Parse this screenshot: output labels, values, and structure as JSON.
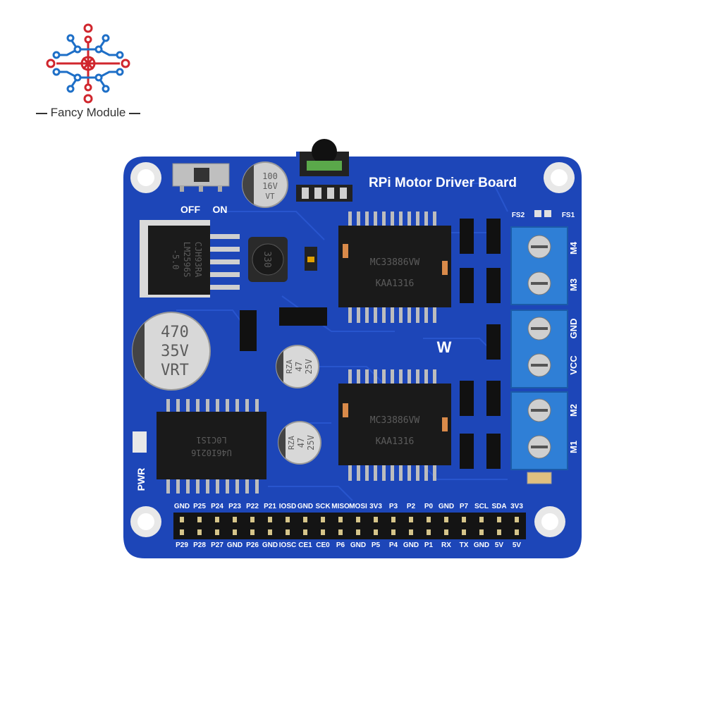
{
  "brand": {
    "name": "Fancy Module",
    "colors": {
      "red": "#d0262d",
      "blue": "#1e6fc7",
      "text": "#333333"
    }
  },
  "board": {
    "title": "RPi Motor Driver Board",
    "colors": {
      "pcb": "#1d46b8",
      "pcb_dark": "#16369a",
      "terminal": "#2f7fd6",
      "chip": "#1a1a1a"
    },
    "switch": {
      "off": "OFF",
      "on": "ON"
    },
    "capacitors": {
      "top": [
        "100",
        "16V",
        "VT"
      ],
      "big": [
        "470",
        "35V",
        "VRT"
      ],
      "mid": [
        "47",
        "25V",
        "RZA"
      ],
      "low": [
        "47",
        "25V",
        "RZA"
      ]
    },
    "regulator": [
      "CJH93RA",
      "LM2596S",
      "-5.0"
    ],
    "inductor": "330",
    "driver_chips": [
      {
        "part": "MC33886VW",
        "lot": "KAA1316"
      },
      {
        "part": "MC33886VW",
        "lot": "KAA1316"
      }
    ],
    "logic_chip": [
      "U46I0216",
      "L0C1S1"
    ],
    "fuse_labels": [
      "FS2",
      "FS1"
    ],
    "terminals": [
      {
        "labels": [
          "M4",
          "M3"
        ]
      },
      {
        "labels": [
          "GND",
          "VCC"
        ]
      },
      {
        "labels": [
          "M2",
          "M1"
        ]
      }
    ],
    "pwr_label": "PWR",
    "header_top": [
      "GND",
      "P25",
      "P24",
      "P23",
      "P22",
      "P21",
      "IOSD",
      "GND",
      "SCK",
      "MISO",
      "MOSI",
      "3V3",
      "P3",
      "P2",
      "P0",
      "GND",
      "P7",
      "SCL",
      "SDA",
      "3V3"
    ],
    "header_bottom": [
      "P29",
      "P28",
      "P27",
      "GND",
      "P26",
      "GND",
      "IOSC",
      "CE1",
      "CE0",
      "P6",
      "GND",
      "P5",
      "P4",
      "GND",
      "P1",
      "RX",
      "TX",
      "GND",
      "5V",
      "5V"
    ]
  }
}
